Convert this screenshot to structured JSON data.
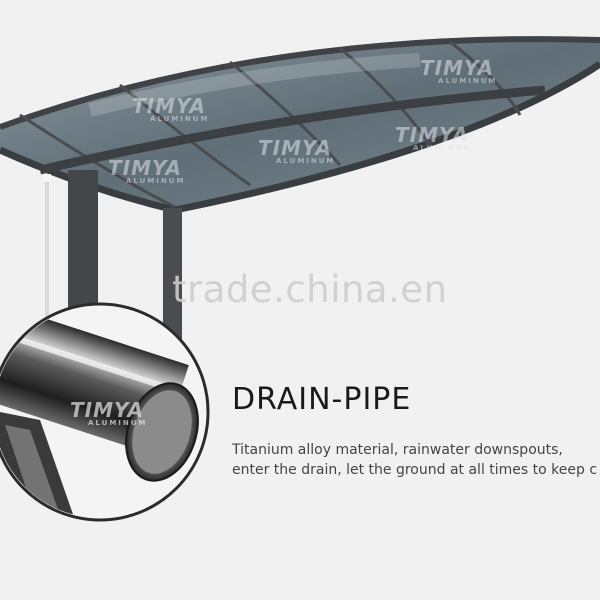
{
  "watermark": "trade.china.en",
  "brand": {
    "name": "TIMYA",
    "tagline": "ALUMINUM"
  },
  "product": {
    "title": "DRAIN-PIPE",
    "description_line1": "Titanium alloy material, rainwater downspouts,",
    "description_line2": "enter the drain, let the ground at all times to keep c"
  },
  "colors": {
    "background": "#f1f1f1",
    "frame": "#4a4d50",
    "panel": "#6e7d86",
    "heading": "#1a1a1a"
  }
}
